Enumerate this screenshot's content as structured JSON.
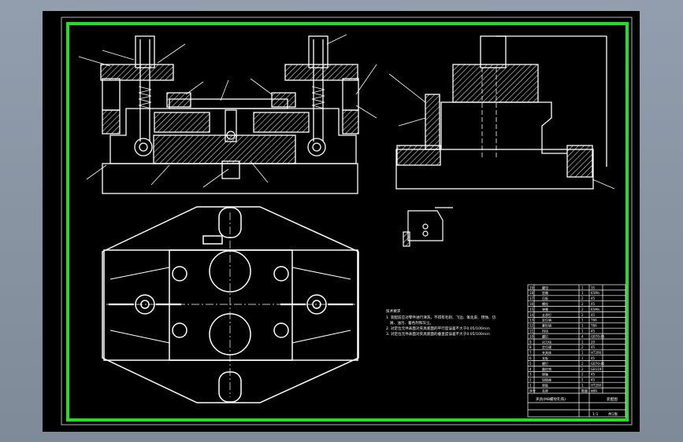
{
  "drawing": {
    "technical_notes": {
      "title": "技术要求",
      "lines": [
        "1. 装配前应对零件进行清洗，不得有毛刺、飞边、氧化皮、锈蚀、切",
        "屑、油污、着色剂和灰尘。",
        "2. 对定位元件表面对夹具底面的平行度误差不大于0.05/100mm",
        "3. 对定位元件表面对夹具底面的垂直度误差不大于0.05/100mm"
      ]
    },
    "title_block": {
      "part_name": "夹具(M8螺纹孔铣)",
      "drawing_no": "",
      "scale": "1:1",
      "sheet": "共1张",
      "material": "装配图"
    },
    "bom": {
      "rows": [
        [
          "19",
          "螺母",
          "1",
          "35"
        ],
        [
          "18",
          "垫圈",
          "1",
          "65Mn"
        ],
        [
          "17",
          "压板",
          "2",
          "45"
        ],
        [
          "16",
          "螺栓",
          "2",
          "45"
        ],
        [
          "15",
          "弹簧",
          "2",
          "65Mn"
        ],
        [
          "14",
          "支承钉",
          "2",
          "45"
        ],
        [
          "13",
          "定位销",
          "1",
          "T8A"
        ],
        [
          "12",
          "菱形销",
          "1",
          "T8A"
        ],
        [
          "11",
          "挡块",
          "1",
          "45"
        ],
        [
          "10",
          "螺钉",
          "4",
          "GB70-85"
        ],
        [
          "9",
          "对刀块",
          "1",
          "20"
        ],
        [
          "8",
          "定位键",
          "2",
          "45"
        ],
        [
          "7",
          "夹具体",
          "1",
          "HT200"
        ],
        [
          "6",
          "支板",
          "1",
          "45"
        ],
        [
          "5",
          "螺钉",
          "2",
          "GB70-85"
        ],
        [
          "4",
          "圆柱销",
          "2",
          "GB119"
        ],
        [
          "3",
          "销轴",
          "2",
          "45"
        ],
        [
          "2",
          "铰链座",
          "2",
          "45"
        ],
        [
          "1",
          "垫板",
          "1",
          "HT200"
        ]
      ],
      "header": [
        "序号",
        "名称",
        "数量",
        "材料"
      ]
    }
  }
}
